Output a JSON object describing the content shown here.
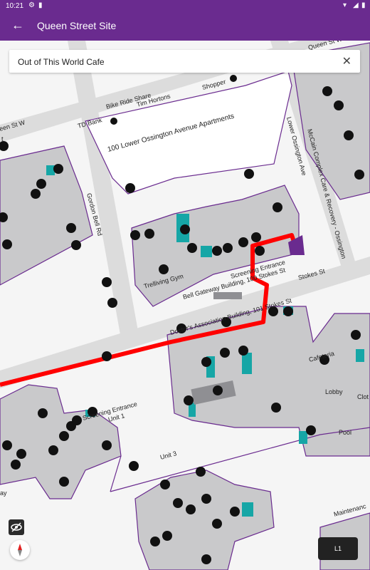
{
  "status_bar": {
    "time": "10:21"
  },
  "app_bar": {
    "title": "Queen Street Site",
    "back_icon": "arrow-left-icon"
  },
  "search": {
    "value": "Out of This World Cafe",
    "clear_icon": "close-icon"
  },
  "map": {
    "street_labels": {
      "queen_st_w_left": "een St W",
      "queen_st_w_right": "Queen St W",
      "bike_ride_share": "Bike Ride Share",
      "tim_hortons": "Tim Hortons",
      "shoppers": "Shopper",
      "td_bank": "TD Bank",
      "gordon_bell": "Gordon Bell Rd",
      "lower_ossington": "Lower Ossington Ave",
      "mccain": "McCain Complex Care & Recovery - Ossington",
      "stokes_st": "Stokes St",
      "apartments": "100 Lower Ossington Avenue Apartments",
      "trelliving_gym": "Trelliving Gym",
      "screening_entrance_top": "Screening Entrance",
      "bell_gateway": "Bell Gateway Building, 100 Stokes St",
      "doctors_assoc": "Doctor's Association Building, 101 Stokes St",
      "cafeteria": "Cafeteria",
      "lobby": "Lobby",
      "clot": "Clot",
      "pool": "Pool",
      "screening_entrance_bottom": "Screening Entrance",
      "unit_1": "Unit 1",
      "unit_3": "Unit 3",
      "maintenance": "Maintenanc",
      "t_left": "t",
      "y_left": "ay"
    },
    "colors": {
      "route": "#ff0000",
      "building": "#c9c9cb",
      "outline": "#6a2b8f",
      "teal": "#16a6a6"
    }
  },
  "controls": {
    "floor_label": "L1",
    "visibility_icon": "eye-off-icon",
    "compass_icon": "compass-icon"
  }
}
